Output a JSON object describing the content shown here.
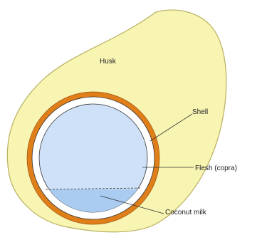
{
  "diagram": {
    "labels": {
      "husk": "Husk",
      "shell": "Shell",
      "flesh": "Flesh (copra)",
      "milk": "Coconut milk"
    },
    "colors": {
      "husk_fill": "#f8f4b2",
      "husk_stroke": "#b8b060",
      "shell_fill": "#e07f19",
      "shell_stroke": "#a05a10",
      "inner_white": "#ffffff",
      "flesh_fill": "#cfe1f8",
      "milk_fill": "#a9ccf0",
      "outline": "#333333",
      "leader_line": "#333333"
    }
  }
}
